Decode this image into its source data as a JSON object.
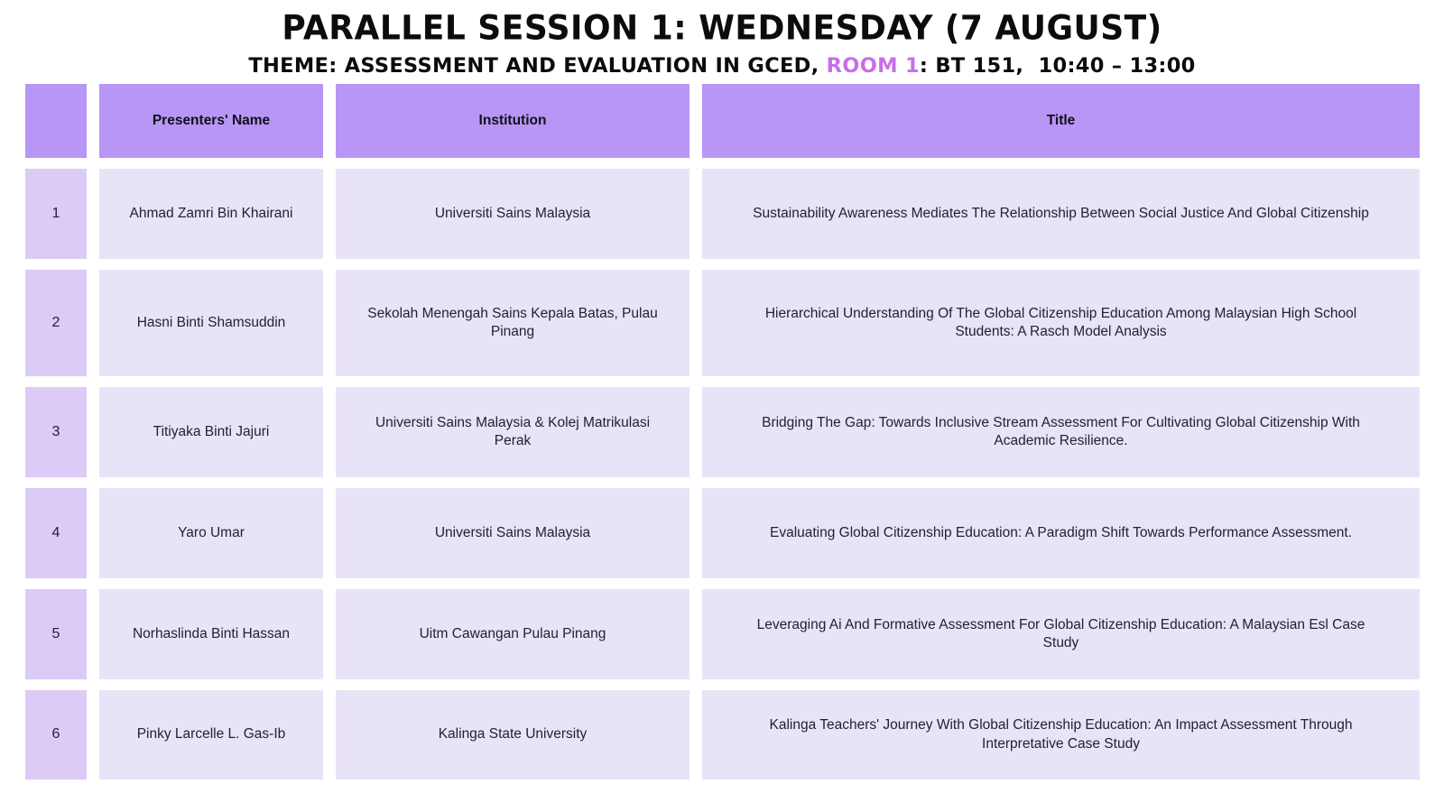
{
  "header": {
    "title": "PARALLEL SESSION 1: WEDNESDAY (7 AUGUST)",
    "subtitle_prefix": "THEME: ASSESSMENT AND EVALUATION IN GCED, ",
    "subtitle_room": "ROOM 1",
    "subtitle_suffix": ": BT 151,  10:40 – 13:00"
  },
  "colors": {
    "header_bg": "#b896f6",
    "number_bg": "#dccaf7",
    "cell_bg": "#e9e3f8",
    "room_accent": "#c76fe8"
  },
  "table": {
    "columns": {
      "number": "",
      "presenter": "Presenters'  Name",
      "institution": "Institution",
      "title": "Title"
    },
    "rows": [
      {
        "num": "1",
        "presenter": "Ahmad Zamri Bin Khairani",
        "institution": "Universiti Sains Malaysia",
        "title": "Sustainability Awareness Mediates The Relationship Between Social Justice And Global Citizenship"
      },
      {
        "num": "2",
        "presenter": "Hasni Binti Shamsuddin",
        "institution": "Sekolah Menengah Sains Kepala Batas, Pulau Pinang",
        "title": "Hierarchical Understanding Of The Global Citizenship Education Among Malaysian High School Students: A Rasch Model Analysis"
      },
      {
        "num": "3",
        "presenter": "Titiyaka Binti Jajuri",
        "institution": "Universiti Sains Malaysia & Kolej Matrikulasi Perak",
        "title": "Bridging The Gap: Towards Inclusive Stream Assessment For Cultivating Global Citizenship With Academic Resilience."
      },
      {
        "num": "4",
        "presenter": "Yaro Umar",
        "institution": "Universiti Sains Malaysia",
        "title": "Evaluating Global Citizenship Education: A Paradigm Shift Towards Performance Assessment."
      },
      {
        "num": "5",
        "presenter": "Norhaslinda Binti Hassan",
        "institution": "Uitm Cawangan Pulau Pinang",
        "title": "Leveraging Ai And Formative Assessment For Global Citizenship Education: A Malaysian Esl Case Study"
      },
      {
        "num": "6",
        "presenter": "Pinky Larcelle L. Gas-Ib",
        "institution": "Kalinga State University",
        "title": "Kalinga Teachers' Journey With Global Citizenship Education: An Impact Assessment Through Interpretative Case Study"
      }
    ]
  }
}
